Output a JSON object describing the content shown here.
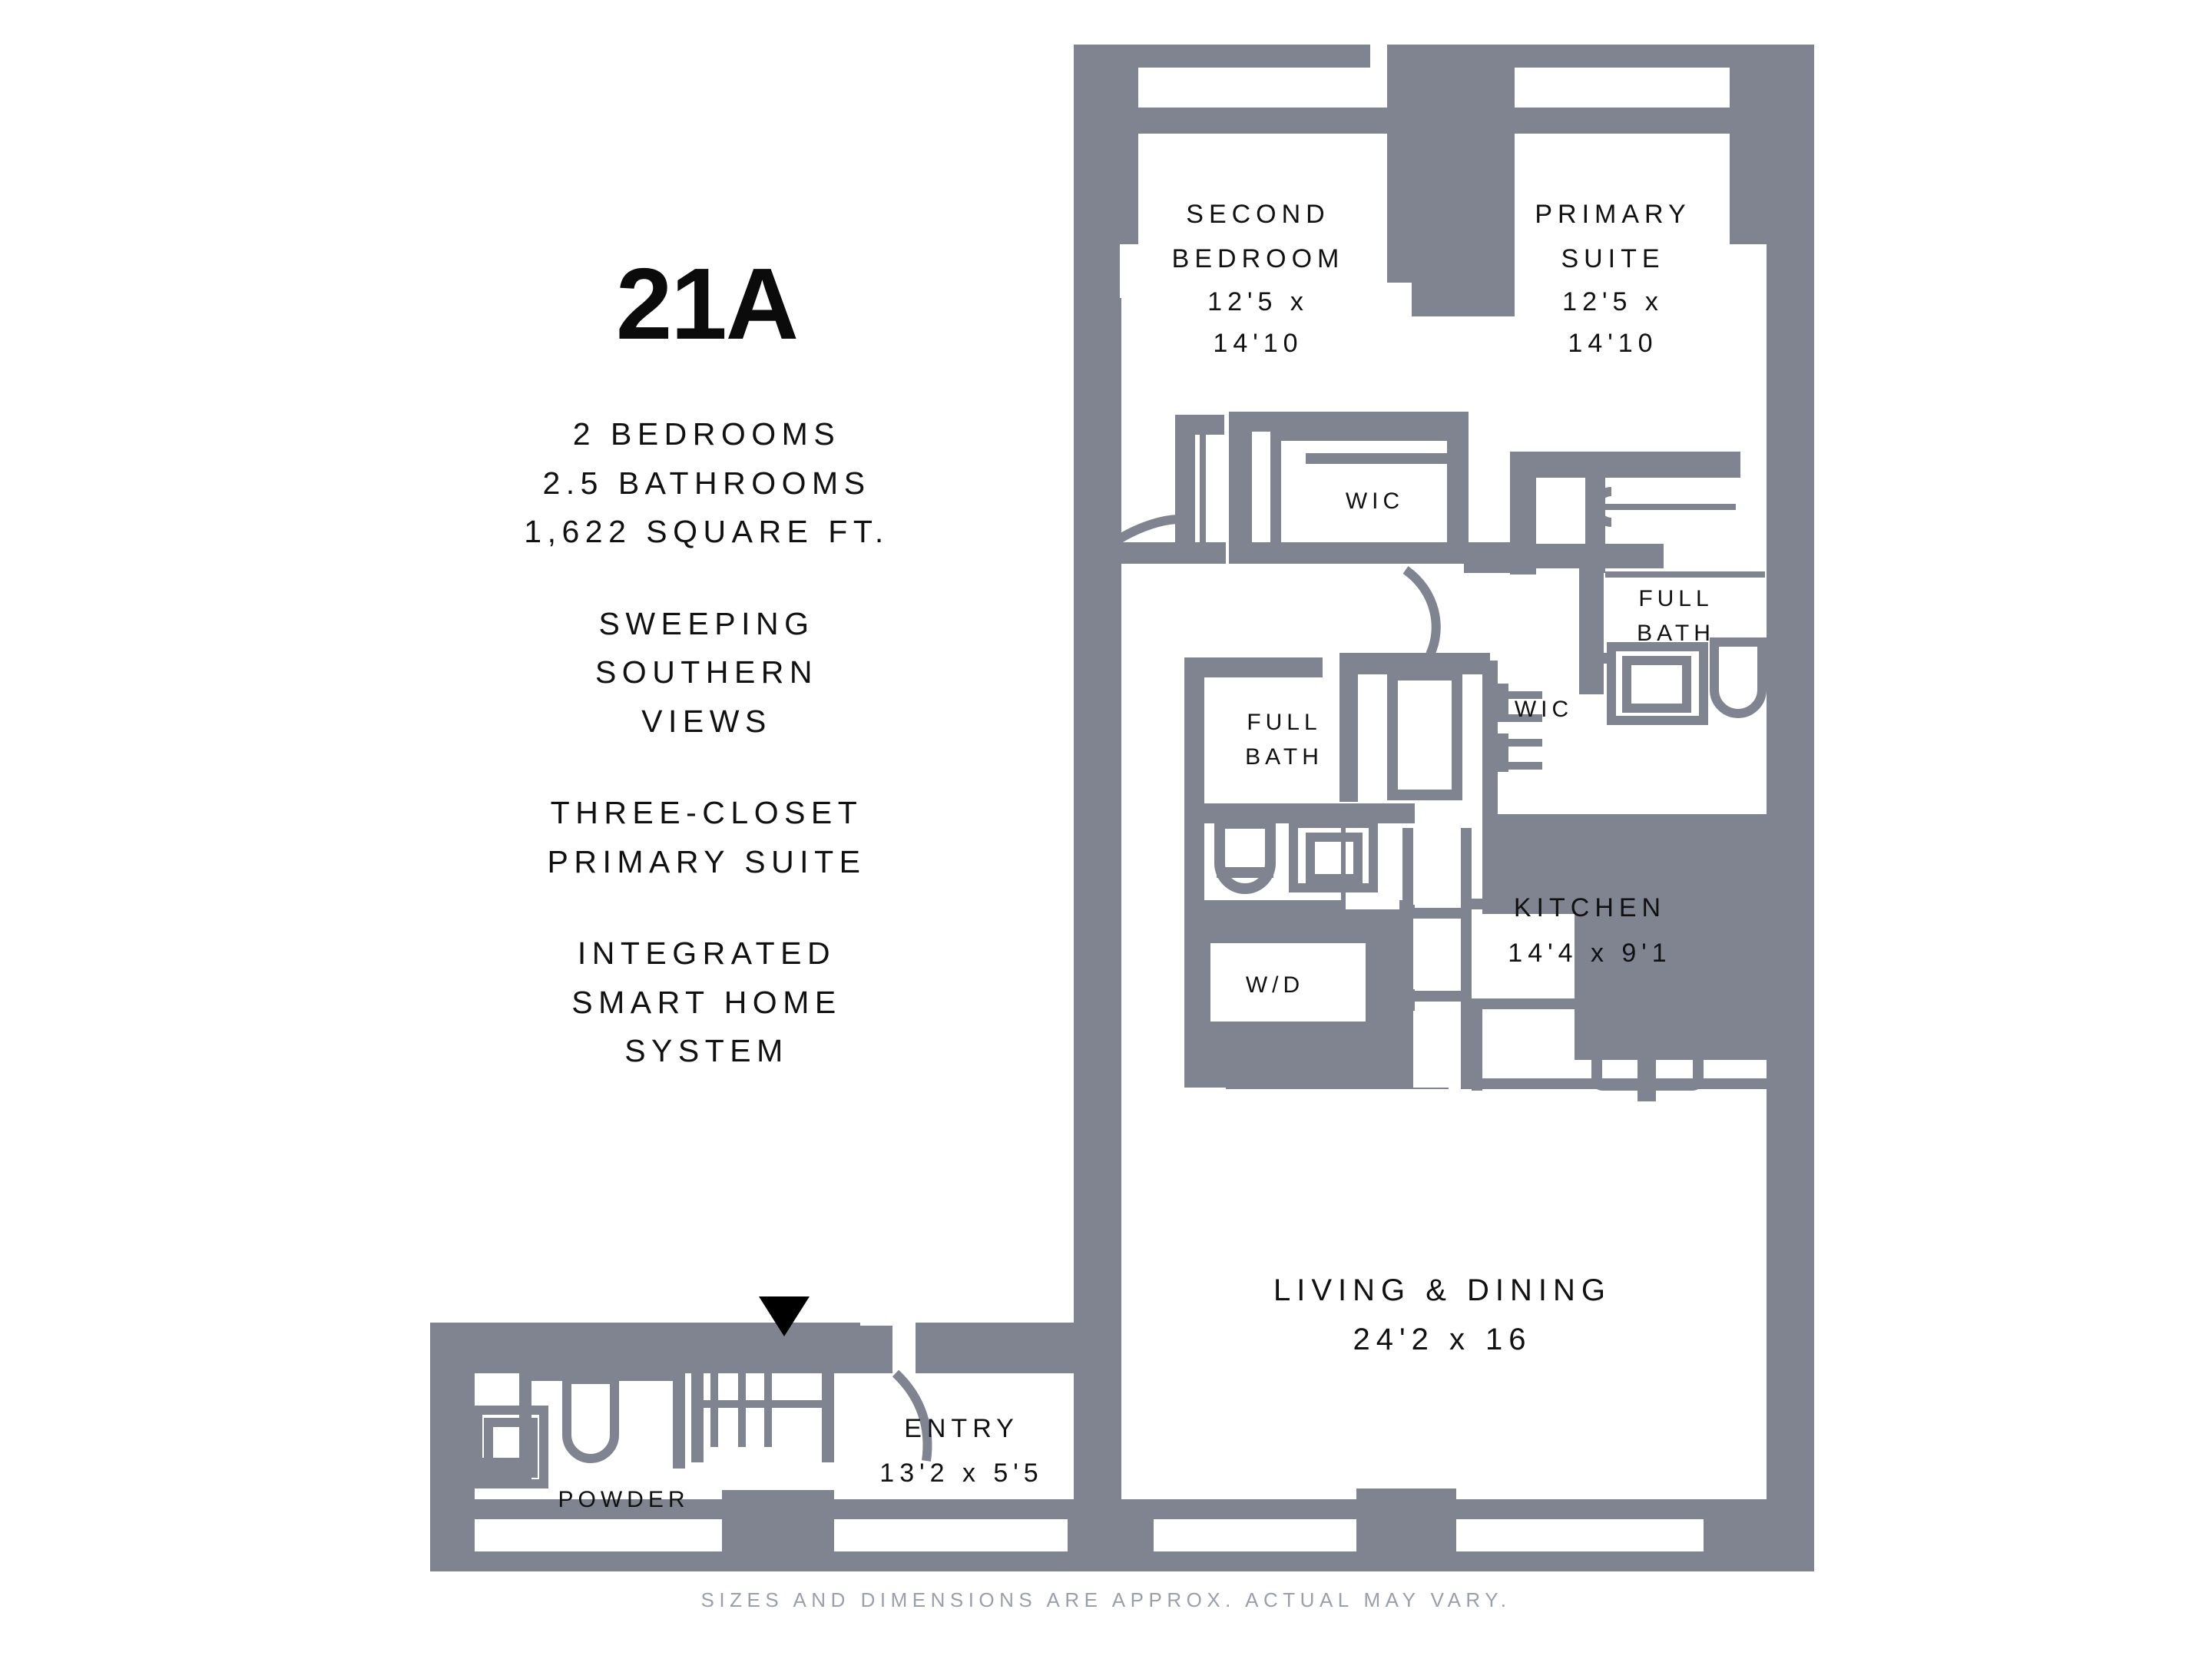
{
  "unit": {
    "number": "21A"
  },
  "specs": {
    "line1": "2 BEDROOMS",
    "line2": "2.5 BATHROOMS",
    "line3": "1,622 SQUARE FT."
  },
  "features": {
    "group1_line1": "SWEEPING",
    "group1_line2": "SOUTHERN",
    "group1_line3": "VIEWS",
    "group2_line1": "THREE-CLOSET",
    "group2_line2": "PRIMARY SUITE",
    "group3_line1": "INTEGRATED",
    "group3_line2": "SMART HOME",
    "group3_line3": "SYSTEM"
  },
  "disclaimer": "SIZES AND DIMENSIONS ARE APPROX. ACTUAL MAY VARY.",
  "colors": {
    "wall": "#808490",
    "text": "#111111",
    "disclaimer": "#9aa0aa",
    "background": "#ffffff",
    "entry_marker": "#000000"
  },
  "rooms": [
    {
      "id": "second-bedroom",
      "name_line1": "SECOND",
      "name_line2": "BEDROOM",
      "dim_line1": "12'5 x",
      "dim_line2": "14'10"
    },
    {
      "id": "primary-suite",
      "name_line1": "PRIMARY",
      "name_line2": "SUITE",
      "dim_line1": "12'5 x",
      "dim_line2": "14'10"
    },
    {
      "id": "wic-second",
      "name_line1": "WIC",
      "name_line2": "",
      "dim_line1": "",
      "dim_line2": ""
    },
    {
      "id": "wic-primary",
      "name_line1": "WIC",
      "name_line2": "",
      "dim_line1": "",
      "dim_line2": ""
    },
    {
      "id": "full-bath-primary",
      "name_line1": "FULL",
      "name_line2": "BATH",
      "dim_line1": "",
      "dim_line2": ""
    },
    {
      "id": "full-bath-second",
      "name_line1": "FULL",
      "name_line2": "BATH",
      "dim_line1": "",
      "dim_line2": ""
    },
    {
      "id": "kitchen",
      "name_line1": "KITCHEN",
      "name_line2": "",
      "dim_line1": "14'4 x 9'1",
      "dim_line2": ""
    },
    {
      "id": "laundry",
      "name_line1": "W/D",
      "name_line2": "",
      "dim_line1": "",
      "dim_line2": ""
    },
    {
      "id": "living-dining",
      "name_line1": "LIVING & DINING",
      "name_line2": "",
      "dim_line1": "24'2 x 16",
      "dim_line2": ""
    },
    {
      "id": "entry",
      "name_line1": "ENTRY",
      "name_line2": "",
      "dim_line1": "13'2 x 5'5",
      "dim_line2": ""
    },
    {
      "id": "powder",
      "name_line1": "POWDER",
      "name_line2": "",
      "dim_line1": "",
      "dim_line2": ""
    }
  ],
  "labels": {
    "second_bedroom_l1": "SECOND",
    "second_bedroom_l2": "BEDROOM",
    "second_bedroom_d1": "12'5 x",
    "second_bedroom_d2": "14'10",
    "primary_suite_l1": "PRIMARY",
    "primary_suite_l2": "SUITE",
    "primary_suite_d1": "12'5 x",
    "primary_suite_d2": "14'10",
    "wic_second": "WIC",
    "wic_primary": "WIC",
    "full_bath_primary_l1": "FULL",
    "full_bath_primary_l2": "BATH",
    "full_bath_second_l1": "FULL",
    "full_bath_second_l2": "BATH",
    "kitchen_l1": "KITCHEN",
    "kitchen_d1": "14'4 x 9'1",
    "laundry": "W/D",
    "living_dining_l1": "LIVING & DINING",
    "living_dining_d1": "24'2 x 16",
    "entry_l1": "ENTRY",
    "entry_d1": "13'2 x 5'5",
    "powder": "POWDER"
  }
}
